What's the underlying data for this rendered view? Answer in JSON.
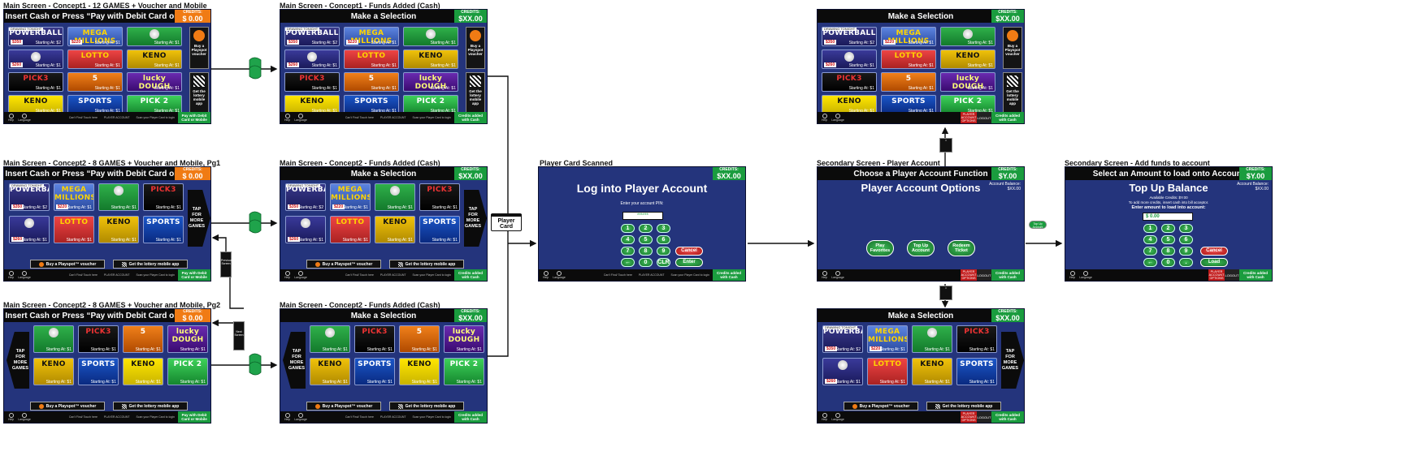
{
  "captions": {
    "c1": "Main Screen - Concept1 - 12 GAMES + Voucher and Mobile",
    "c1f": "Main Screen - Concept1 - Funds Added (Cash)",
    "c2p1": "Main Screen - Concept2 - 8 GAMES + Voucher and Mobile, Pg1",
    "c2p1f": "Main Screen - Concept2 - Funds Added (Cash)",
    "c2p2": "Main Screen - Concept2 - 8 GAMES + Voucher and Mobile, Pg2",
    "c2p2f": "Main Screen - Concept2 - Funds Added (Cash)",
    "scan": "Player Card Scanned",
    "sec": "Secondary Screen - Player Account",
    "top": "Secondary Screen - Add funds to account"
  },
  "headers": {
    "insert": "Insert Cash or Press “Pay with Debit Card or Mobile”",
    "select": "Make a Selection",
    "choose": "Choose a Player Account Function",
    "amount": "Select an Amount to load onto Account"
  },
  "credits": {
    "label": "CREDITS:",
    "zero": "$  0.00",
    "xx": "$XX.00",
    "y": "$Y.00"
  },
  "footer": {
    "help": "Help",
    "language": "Language",
    "card": "Can't Find/\nTouch here",
    "player_account": "PLAYER\nACCOUNT",
    "scan": "Scan your\nPlayer Card\nto login",
    "pay": "Pay with\nDebit Card or Mobile",
    "cash": "Credits added\nwith Cash",
    "account_options": "PLAYER\nACCOUNT\nOPTIONS",
    "logout": "LOGOUT"
  },
  "games": {
    "powerball": "POWERBALL",
    "mega": "MEGA MILLIONS",
    "ball": "",
    "lotto": "LOTTO",
    "keno": "KENO",
    "pick3": "PICK3",
    "five": "5",
    "dough": "lucky DOUGH",
    "kenoy": "KENO",
    "sports": "SPORTS",
    "pick2": "PICK 2",
    "tonight": "DRAWING TONIGHT",
    "jp350": "$350",
    "jp220": "$220",
    "jp260": "$260",
    "s1": "Starting At: $1",
    "s2": "Starting At: $2"
  },
  "side": {
    "voucher_title": "Buy a Playspot voucher",
    "app_title": "Get the lottery mobile app",
    "tap_more": "TAP FOR MORE GAMES",
    "voucher_bar": "Buy a Playspot™ voucher",
    "app_bar": "Get the lottery mobile app"
  },
  "player_card": "Player Card",
  "login": {
    "title": "Log into Player Account",
    "prompt": "Enter your account PIN:",
    "pin": "******",
    "keys": [
      "1",
      "2",
      "3",
      "4",
      "5",
      "6",
      "7",
      "8",
      "9",
      "←",
      "0",
      "CLR"
    ],
    "cancel": "Cancel",
    "enter": "Enter"
  },
  "options": {
    "title": "Player Account Options",
    "balance_label": "Account Balance:",
    "balance": "$XX.00",
    "play": "Play Favorites",
    "topup": "Top Up Account",
    "redeem": "Redeem Ticket"
  },
  "topup": {
    "title": "Top Up Balance",
    "avail": "Available Credits: $Y.00",
    "instr": "To add more credits, insert cash into bill acceptor.",
    "enter": "Enter amount to load into account:",
    "amount": "$          0.00",
    "keys": [
      "1",
      "2",
      "3",
      "4",
      "5",
      "6",
      "7",
      "8",
      "9",
      "←",
      "0",
      "."
    ],
    "cancel": "Cancel",
    "load": "Load"
  },
  "chips": {
    "topup": "Top Up Account",
    "prev": "Previous Screen",
    "next": "Next Screen"
  },
  "colors": {
    "screen": "#24347c",
    "green": "#1a9c3e",
    "orange": "#f07b14",
    "red": "#c21b1b"
  }
}
